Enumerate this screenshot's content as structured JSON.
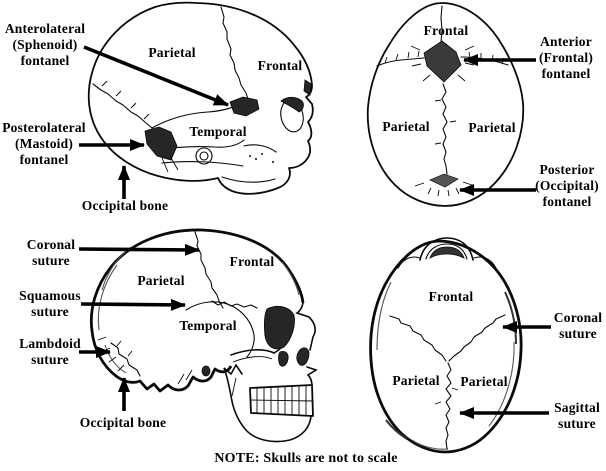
{
  "figure": {
    "note": "NOTE: Skulls are not to scale",
    "colors": {
      "ink": "#000000",
      "paper": "#ffffff",
      "fontanel_fill": "#3a3a3a"
    },
    "infant_lateral": {
      "bones": {
        "parietal": "Parietal",
        "frontal": "Frontal",
        "temporal": "Temporal"
      },
      "callouts": {
        "anterolateral_sphenoid_fontanel": "Anterolateral\n(Sphenoid)\nfontanel",
        "posterolateral_mastoid_fontanel": "Posterolateral\n(Mastoid)\nfontanel",
        "occipital_bone": "Occipital bone"
      }
    },
    "infant_superior": {
      "bones": {
        "frontal": "Frontal",
        "parietal_left": "Parietal",
        "parietal_right": "Parietal"
      },
      "callouts": {
        "anterior_frontal_fontanel": "Anterior\n(Frontal)\nfontanel",
        "posterior_occipital_fontanel": "Posterior\n(Occipital)\nfontanel"
      }
    },
    "adult_lateral": {
      "bones": {
        "parietal": "Parietal",
        "frontal": "Frontal",
        "temporal": "Temporal"
      },
      "callouts": {
        "coronal_suture": "Coronal\nsuture",
        "squamous_suture": "Squamous\nsuture",
        "lambdoid_suture": "Lambdoid\nsuture",
        "occipital_bone": "Occipital bone"
      }
    },
    "adult_superior": {
      "bones": {
        "frontal": "Frontal",
        "parietal_left": "Parietal",
        "parietal_right": "Parietal"
      },
      "callouts": {
        "coronal_suture": "Coronal\nsuture",
        "sagittal_suture": "Sagittal\nsuture"
      }
    }
  }
}
